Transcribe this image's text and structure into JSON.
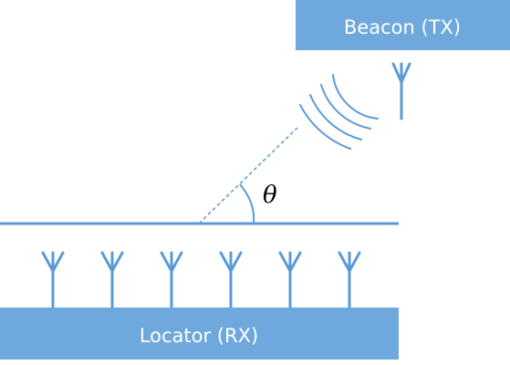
{
  "colors": {
    "primary": "#5b9bd5",
    "box_fill": "#6fa8dc",
    "label_text": "#ffffff",
    "angle_text": "#000000"
  },
  "beacon": {
    "label": "Beacon (TX)",
    "icon": "antenna-icon"
  },
  "locator": {
    "label": "Locator (RX)",
    "antenna_count": 6,
    "icon": "antenna-icon"
  },
  "angle": {
    "symbol": "θ"
  },
  "signal": {
    "icon": "radio-waves-icon",
    "wave_count": 4
  }
}
